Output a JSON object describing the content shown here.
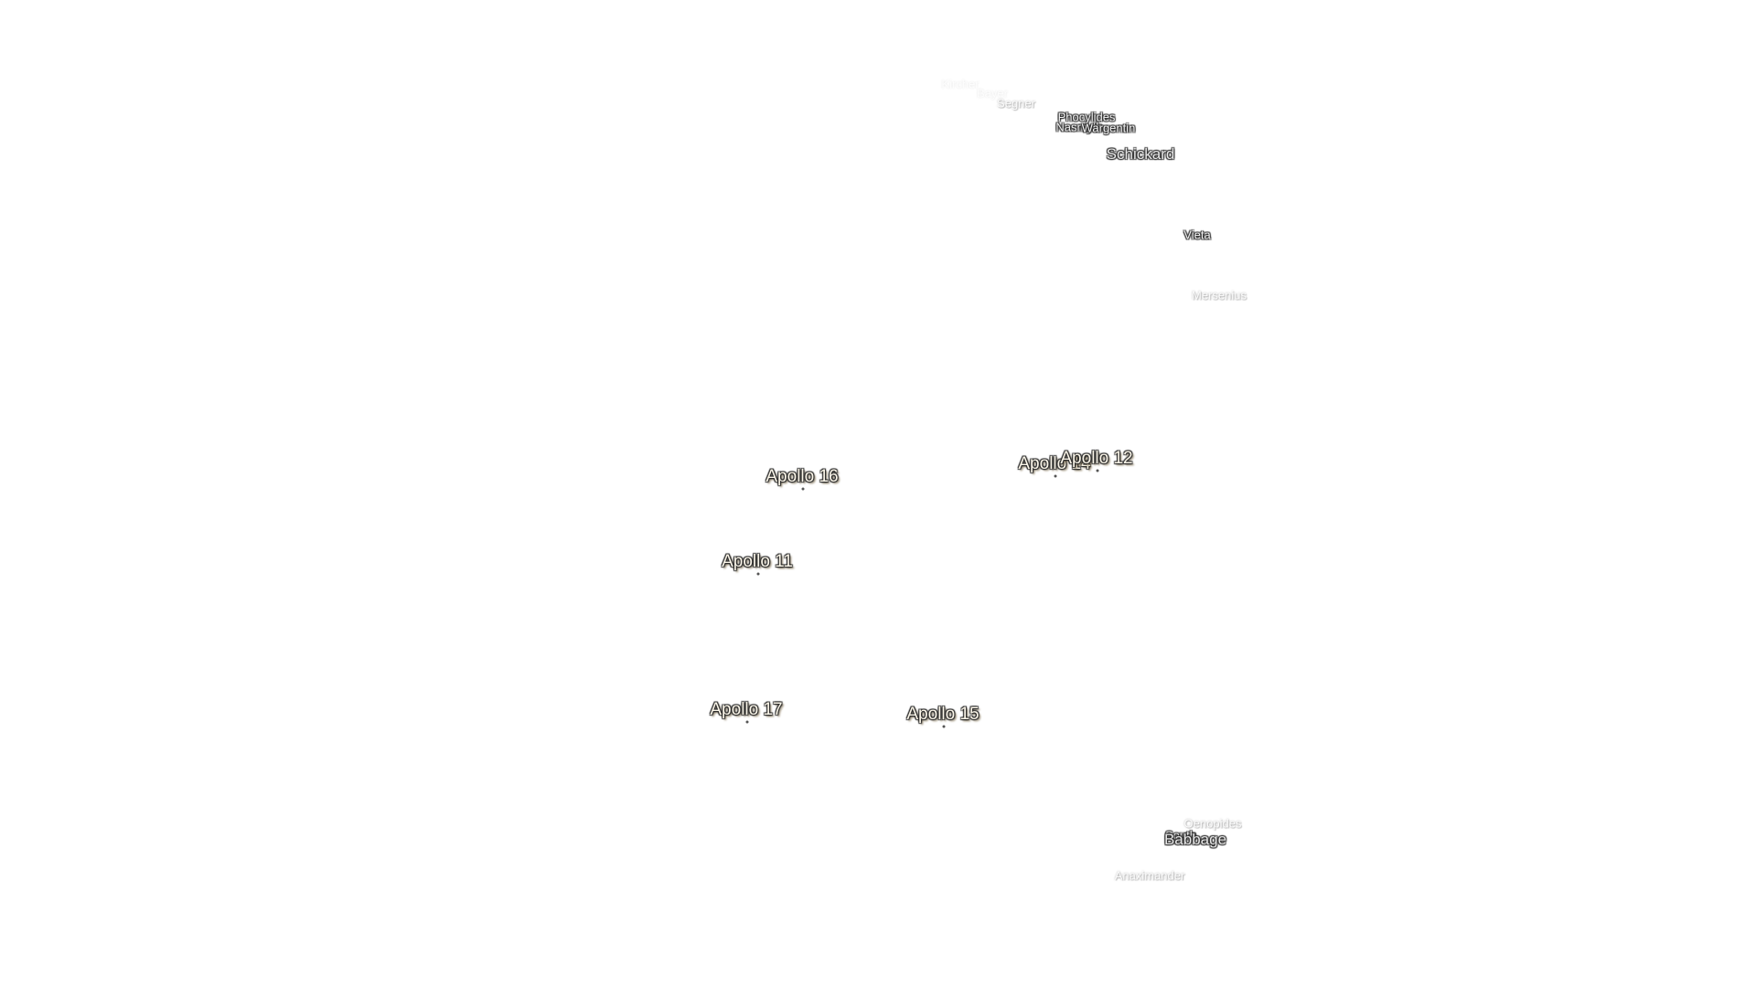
{
  "map": {
    "craters": [
      {
        "name": "Kircher",
        "style": "vfaint"
      },
      {
        "name": "Bayer",
        "style": "vfaint"
      },
      {
        "name": "Segner",
        "style": "faint"
      },
      {
        "name": "Phocylides",
        "style": "normal"
      },
      {
        "name": "Nasmyth",
        "style": "normal"
      },
      {
        "name": "Wargentin",
        "style": "normal"
      },
      {
        "name": "Schickard",
        "style": "big"
      },
      {
        "name": "Vieta",
        "style": "normal"
      },
      {
        "name": "Mersenius",
        "style": "faint"
      },
      {
        "name": "Oenopides",
        "style": "faint"
      },
      {
        "name": "South",
        "style": "normal"
      },
      {
        "name": "Babbage",
        "style": "big"
      },
      {
        "name": "Anaximander",
        "style": "faint"
      }
    ],
    "apollo_sites": [
      {
        "name": "Apollo 16"
      },
      {
        "name": "Apollo 14"
      },
      {
        "name": "Apollo 12"
      },
      {
        "name": "Apollo 11"
      },
      {
        "name": "Apollo 17"
      },
      {
        "name": "Apollo 15"
      }
    ]
  }
}
